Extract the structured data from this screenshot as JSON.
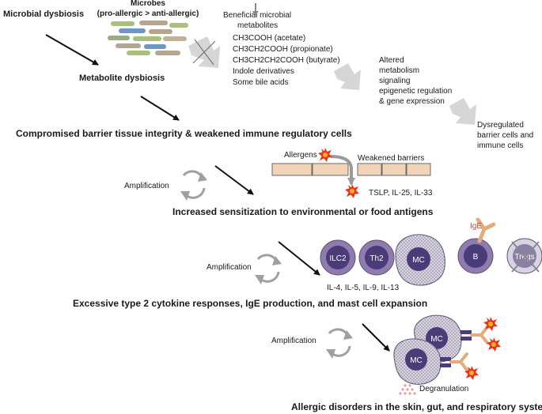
{
  "top": {
    "microbial_dysbiosis": "Microbial dysbiosis",
    "microbes_title": "Microbes",
    "microbes_subtitle": "(pro-allergic > anti-allergic)",
    "metabolite_dysbiosis": "Metabolite dysbiosis",
    "beneficial_line1": "Beneficial microbial",
    "beneficial_line2": "metabolites",
    "metabolites": [
      "CH3COOH (acetate)",
      "CH3CH2COOH (propionate)",
      "CH3CH2CH2COOH (butyrate)",
      "Indole derivatives",
      "Some bile acids"
    ],
    "altered": [
      "Altered",
      "metabolism",
      "signaling",
      "epigenetic regulation",
      "& gene expression"
    ],
    "dysregulated": [
      "Dysregulated",
      "barrier cells and",
      "immune cells"
    ]
  },
  "stages": {
    "compromised": "Compromised barrier tissue integrity & weakened immune regulatory cells",
    "sensitization": "Increased sensitization to environmental or food antigens",
    "excessive": "Excessive type 2 cytokine responses, IgE production, and mast cell expansion",
    "allergic": "Allergic disorders in the skin, gut, and respiratory systems"
  },
  "barrier": {
    "allergens": "Allergens",
    "weakened": "Weakened barriers",
    "cytokines": "TSLP, IL-25, IL-33"
  },
  "amplification": "Amplification",
  "cells": {
    "ilc2": "ILC2",
    "th2": "Th2",
    "mc": "MC",
    "b": "B",
    "tregs": "Tregs",
    "ige": "IgE",
    "interleukins": "IL-4, IL-5, IL-9, IL-13"
  },
  "degranulation": "Degranulation",
  "colors": {
    "cell_fill": "#8e7cae",
    "cell_core": "#4a3b79",
    "mast_fill": "#d5d1de",
    "barrier_fill": "#f2d3b5",
    "big_arrow": "#d6d6d6",
    "ige_color": "#e3ad7b",
    "allergen_red": "#e8321d",
    "allergen_yellow": "#f6b31a"
  }
}
